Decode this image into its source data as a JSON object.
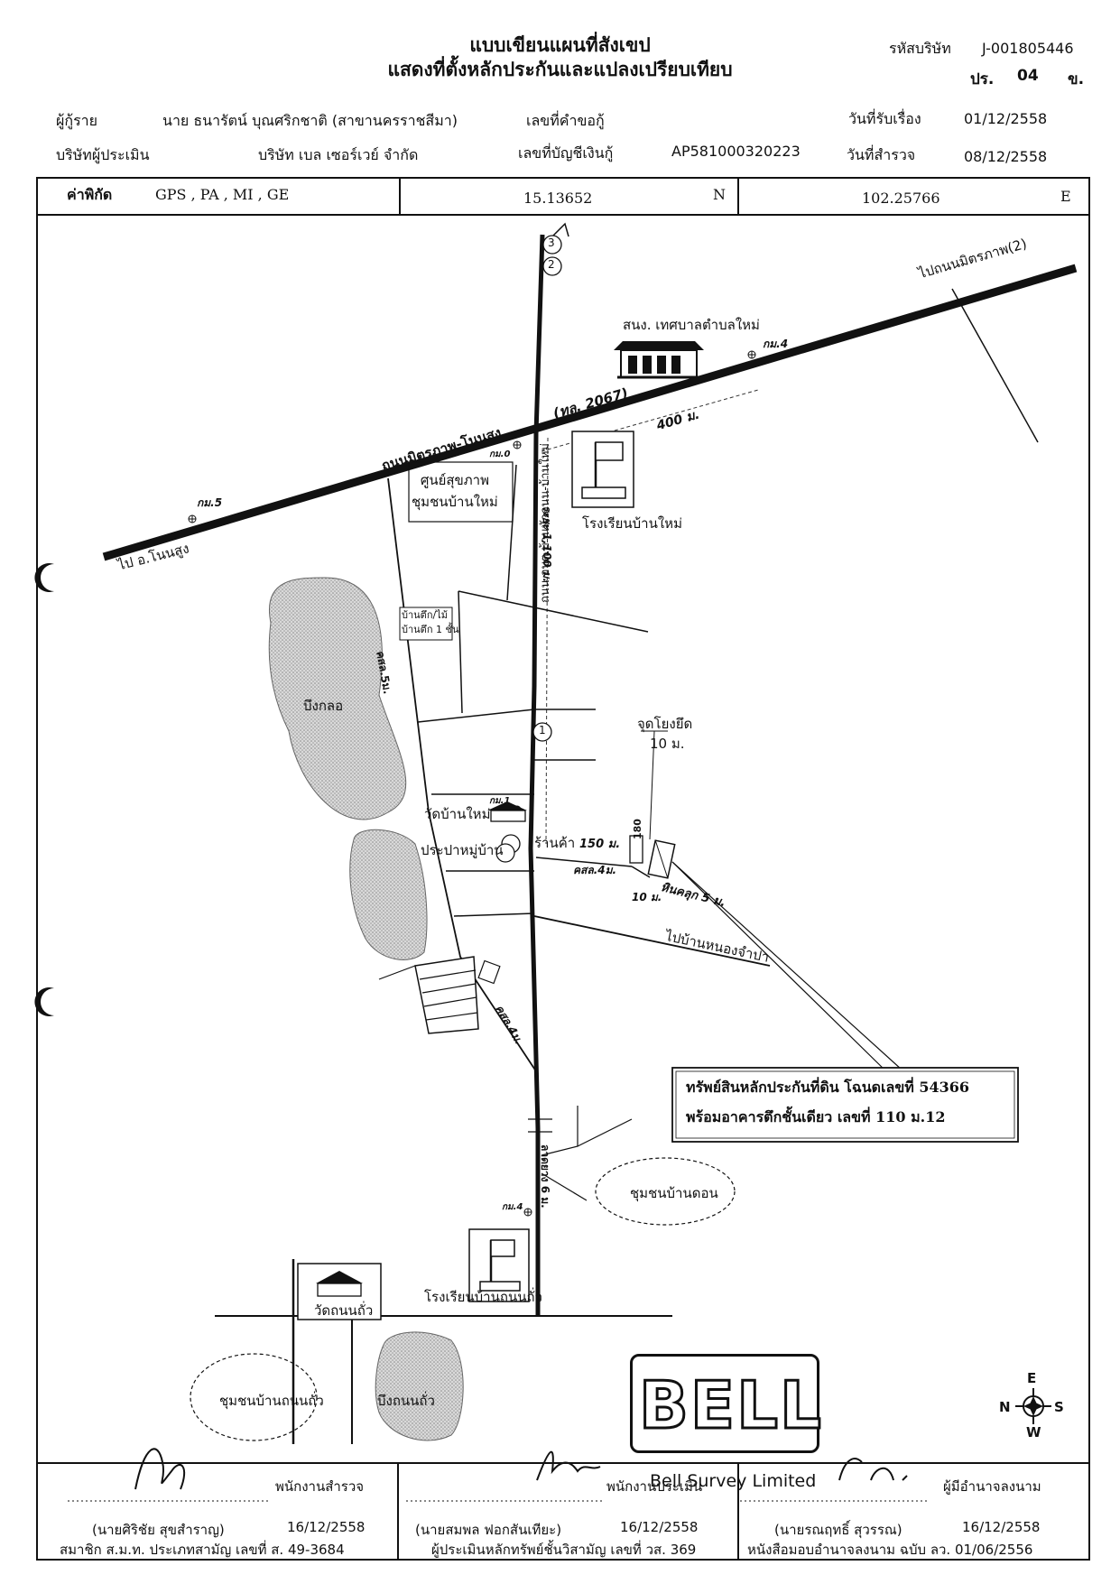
{
  "header": {
    "title_line1": "แบบเขียนแผนที่สังเขป",
    "title_line2": "แสดงที่ตั้งหลักประกันและแปลงเปรียบเทียบ",
    "company_code_label": "รหัสบริษัท",
    "company_code_value": "J-001805446",
    "form_code_label": "ปร.",
    "form_code_number": "04",
    "form_code_suffix": "ข."
  },
  "info": {
    "borrower_label": "ผู้กู้ราย",
    "borrower_value": "นาย ธนารัตน์  บุณศริกชาติ (สาขานครราชสีมา)",
    "request_no_label": "เลขที่คำขอกู้",
    "request_no_value": "",
    "received_date_label": "วันที่รับเรื่อง",
    "received_date_value": "01/12/2558",
    "appraiser_label": "บริษัทผู้ประเมิน",
    "appraiser_value": "บริษัท เบล เซอร์เวย์ จำกัด",
    "loan_account_label": "เลขที่บัญชีเงินกู้",
    "loan_account_value": "AP581000320223",
    "survey_date_label": "วันที่สำรวจ",
    "survey_date_value": "08/12/2558"
  },
  "coords": {
    "label": "ค่าพิกัด",
    "methods": "GPS ,  PA ,  MI ,  GE",
    "lat": "15.13652",
    "lat_dir": "N",
    "lon": "102.25766",
    "lon_dir": "E"
  },
  "map": {
    "road_main": "ถนนมิตรภาพ-โนนสูง",
    "road_main_code": "(ทล. 2067)",
    "to_mittraphap": "ไปถนนมิตรภาพ(2)",
    "to_nonsung": "ไป อ.โนนสูง",
    "municipality": "สนง. เทศบาลตำบลใหม่",
    "km4_top": "กม.4",
    "km0": "กม.0",
    "km5": "กม.5",
    "km1": "กม.1",
    "km4_bottom": "กม.4",
    "dist_400": "400 ม.",
    "health_center": "ศูนย์สุขภาพ\nชุมชนบ้านใหม่",
    "school_baanmai": "โรงเรียนบ้านใหม่",
    "dist_1100": "ระยะ 1,100 ม.",
    "side_road": "ถนน อบต.บ้านหัวถนน-บ้านใหม่",
    "house_label": "บ้านตึก/ไม้\nบ้านตึก 1 ชั้น",
    "road_ksl5": "คสล.5ม.",
    "pond_klo": "บึงกลอ",
    "connection_point": "จุดโยงยึด",
    "dist_10_top": "10 ม.",
    "wat_baanmai": "วัดบ้านใหม่",
    "village_sign": "ประปาหมู่บ้าน",
    "shop": "ร้านค้า",
    "dist_150": "150 ม.",
    "dist_180": "180",
    "road_ksl4": "คสล.4ม.",
    "dist_10_bottom": "10 ม.",
    "pin_5": "หินคลุก 5 ม.",
    "to_nongjampa": "ไปบ้านหนองจำปา",
    "road_ksl4_b": "คสล.4ม.",
    "collateral_line1": "ทรัพย์สินหลักประกันที่ดิน โฉนดเลขที่ 54366",
    "collateral_line2": "พร้อมอาคารตึกชั้นเดียว เลขที่ 110 ม.12",
    "road_asphalt": "ลาดยาง 6 ม.",
    "community_don": "ชุมชนบ้านดอน",
    "school_thanon": "โรงเรียนบ้านถนนถั่ว",
    "wat_thanon": "วัดถนนถั่ว",
    "community_thanon": "ชุมชนบ้านถนนถั่ว",
    "pond_thanon": "บึงถนนถั่ว",
    "marker_1": "1",
    "marker_2": "2",
    "marker_3": "3",
    "compass_n": "N",
    "compass_e": "E",
    "compass_s": "S",
    "compass_w": "W",
    "logo": "BELL"
  },
  "signatures": {
    "surveyor_role": "พนักงานสำรวจ",
    "surveyor_name": "(นายศิริชัย  สุขสำราญ)",
    "surveyor_date": "16/12/2558",
    "surveyor_member": "สมาชิก ส.ม.ท. ประเภทสามัญ เลขที่ ส. 49-3684",
    "appraiser_role": "พนักงานประเมิน",
    "company_overlay": "Bell Survey Limited",
    "appraiser_name": "(นายสมพล  ฟอกสันเทียะ)",
    "appraiser_date": "16/12/2558",
    "appraiser_license": "ผู้ประเมินหลักทรัพย์ชั้นวิสามัญ เลขที่ วส. 369",
    "authority_role": "ผู้มีอำนาจลงนาม",
    "authority_name": "(นายรณฤทธิ์  สุวรรณ)",
    "authority_date": "16/12/2558",
    "authority_doc": "หนังสือมอบอำนาจลงนาม ฉบับ ลว. 01/06/2556"
  }
}
